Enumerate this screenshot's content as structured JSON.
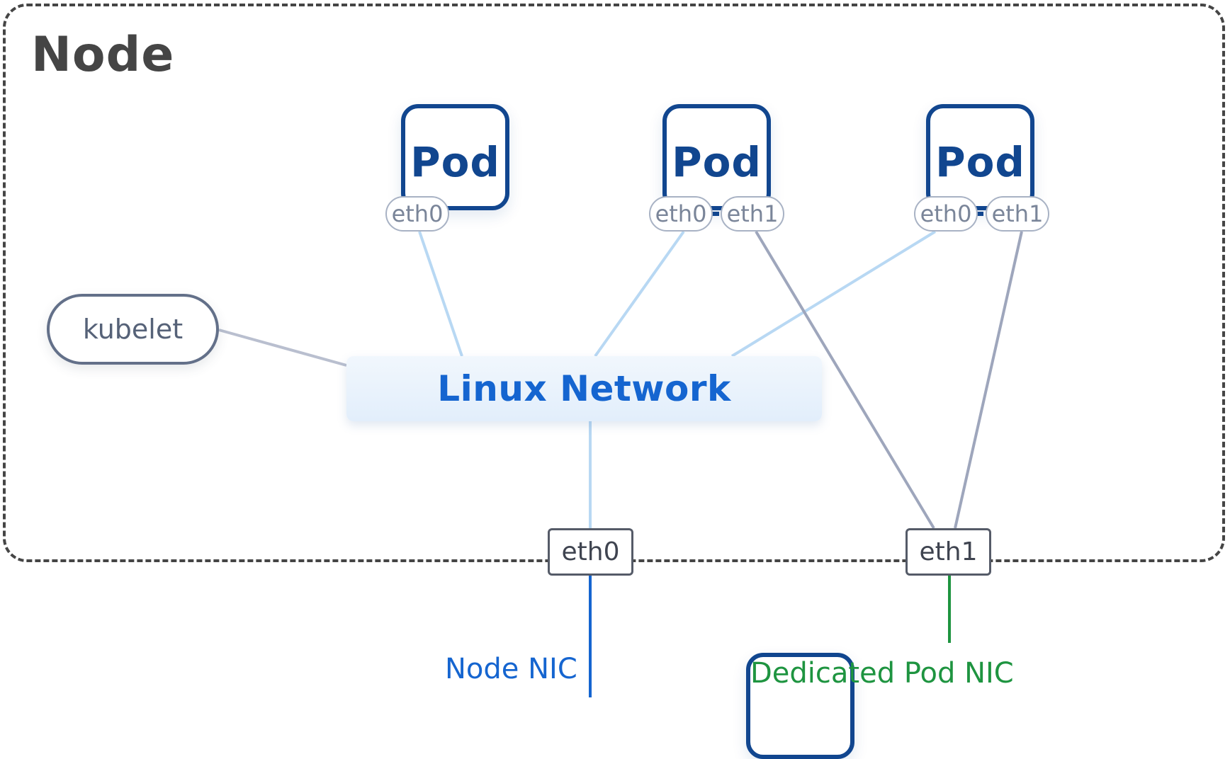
{
  "node": {
    "title": "Node"
  },
  "pods": [
    {
      "label": "Pod",
      "ports": [
        "eth0"
      ]
    },
    {
      "label": "Pod",
      "ports": [
        "eth0",
        "eth1"
      ]
    },
    {
      "label": "Pod",
      "ports": [
        "eth0",
        "eth1"
      ]
    }
  ],
  "kubelet": {
    "label": "kubelet"
  },
  "linux_network": {
    "label": "Linux Network"
  },
  "node_ports": {
    "eth0": "eth0",
    "eth1": "eth1"
  },
  "nics": {
    "node_nic": "Node NIC",
    "dedicated_pod_nic": "Dedicated Pod NIC"
  },
  "colors": {
    "pod_border": "#11468f",
    "node_nic_line": "#1565d0",
    "pod_nic_line": "#1e9440",
    "bridge_line": "#b8d8f3",
    "direct_line": "#9ea6bc",
    "kubelet_line": "#b9bfcf"
  }
}
